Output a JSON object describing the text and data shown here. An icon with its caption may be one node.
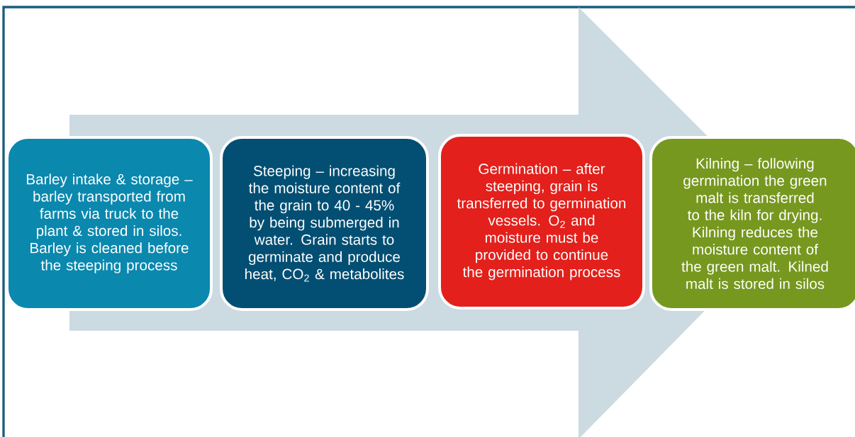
{
  "diagram": {
    "nodes": [
      {
        "text": [
          "Barley intake & storage – barley transported from farms via truck to the plant & stored in silos. Barley is cleaned before the steeping process"
        ]
      },
      {
        "text": [
          "Steeping – increasing the moisture content of the grain to 40 - 45% by being submerged in water. Grain starts to germinate and produce heat, CO$_{2}$ & metabolites"
        ]
      },
      {
        "text": [
          "Germination – after steeping, grain is transferred to germination vessels. O$_{2}$ and moisture must be provided to continue the germination process"
        ]
      },
      {
        "text": [
          "Kilning – following germination the green malt is transferred to the kiln for drying. Kilning reduces the moisture content of the green malt. Kilned malt is stored in silos"
        ]
      }
    ],
    "edges": [
      {
        "from": 0,
        "to": 3,
        "arrow": "to"
      }
    ]
  }
}
